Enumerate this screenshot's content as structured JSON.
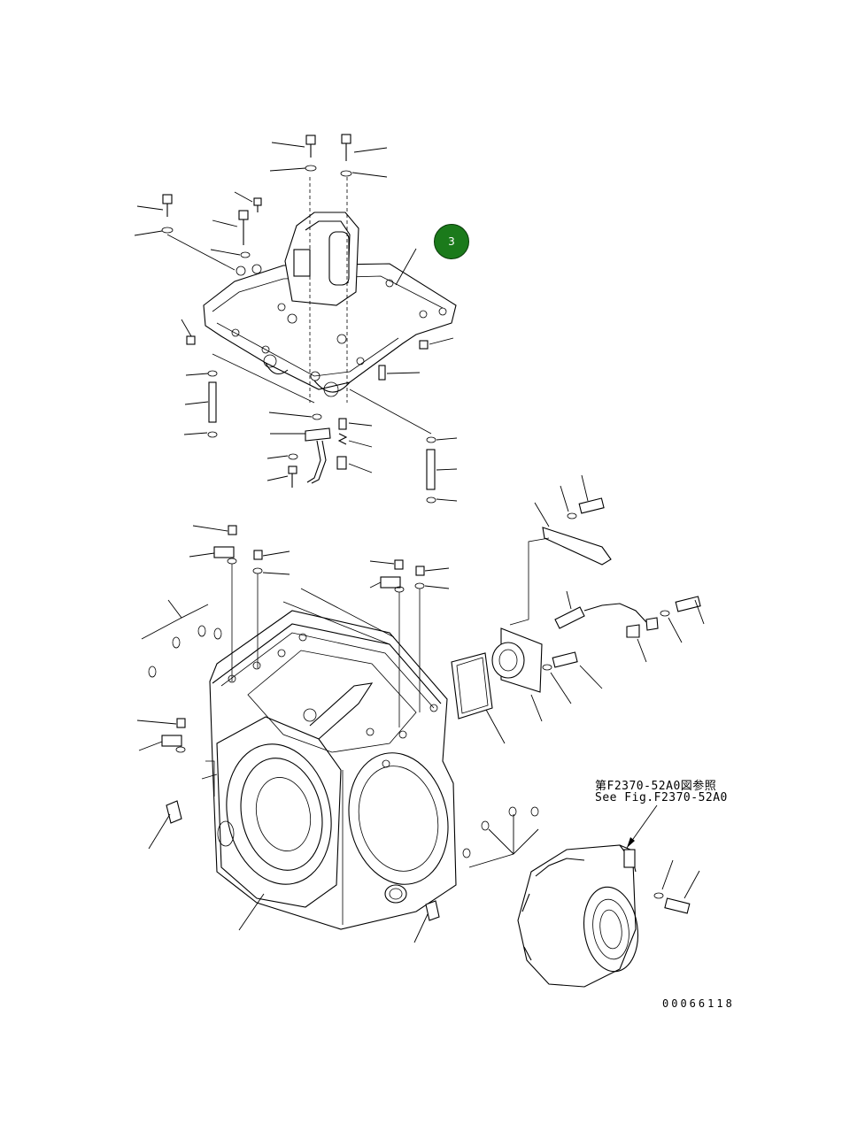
{
  "callout": {
    "number": "3",
    "color": "#1b7a1b"
  },
  "reference_note": {
    "japanese": "第F2370-52A0図参照",
    "english": "See Fig.F2370-52A0"
  },
  "drawing_number": "00066118",
  "colors": {
    "line": "#000000",
    "background": "#ffffff"
  }
}
